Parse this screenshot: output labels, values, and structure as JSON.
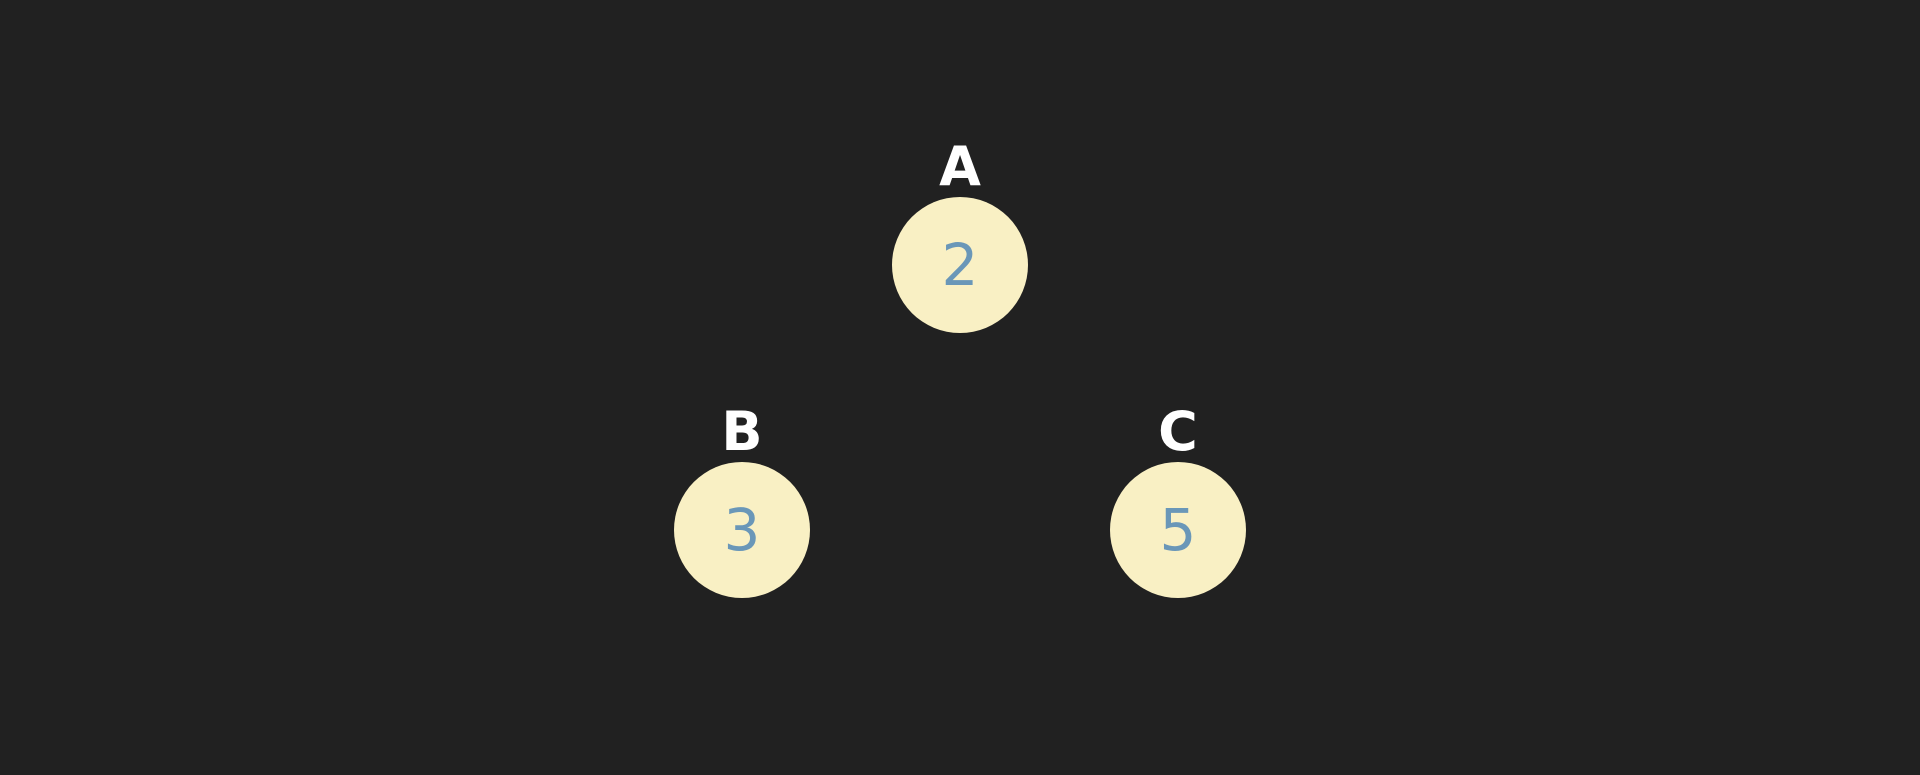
{
  "colors": {
    "background": "#212121",
    "node_fill": "#f9f0c4",
    "node_value_text": "#6a97b8",
    "node_label_text": "#ffffff"
  },
  "nodes": [
    {
      "label": "A",
      "value": "2"
    },
    {
      "label": "B",
      "value": "3"
    },
    {
      "label": "C",
      "value": "5"
    }
  ]
}
